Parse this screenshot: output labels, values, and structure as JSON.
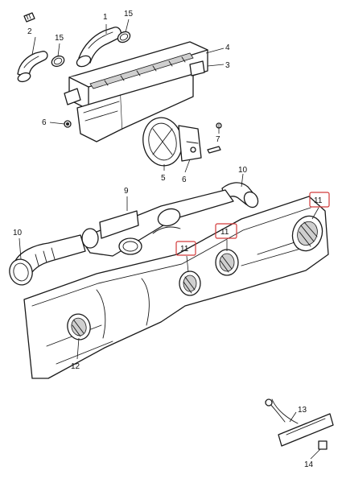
{
  "callouts": {
    "c1": "1",
    "c2": "2",
    "c3": "3",
    "c4": "4",
    "c5": "5",
    "c6a": "6",
    "c6b": "6",
    "c7": "7",
    "c9": "9",
    "c10a": "10",
    "c10b": "10",
    "c11a": "11",
    "c11b": "11",
    "c11c": "11",
    "c12": "12",
    "c13": "13",
    "c14": "14",
    "c15a": "15",
    "c15b": "15"
  },
  "highlight_color": "#d23a3a"
}
